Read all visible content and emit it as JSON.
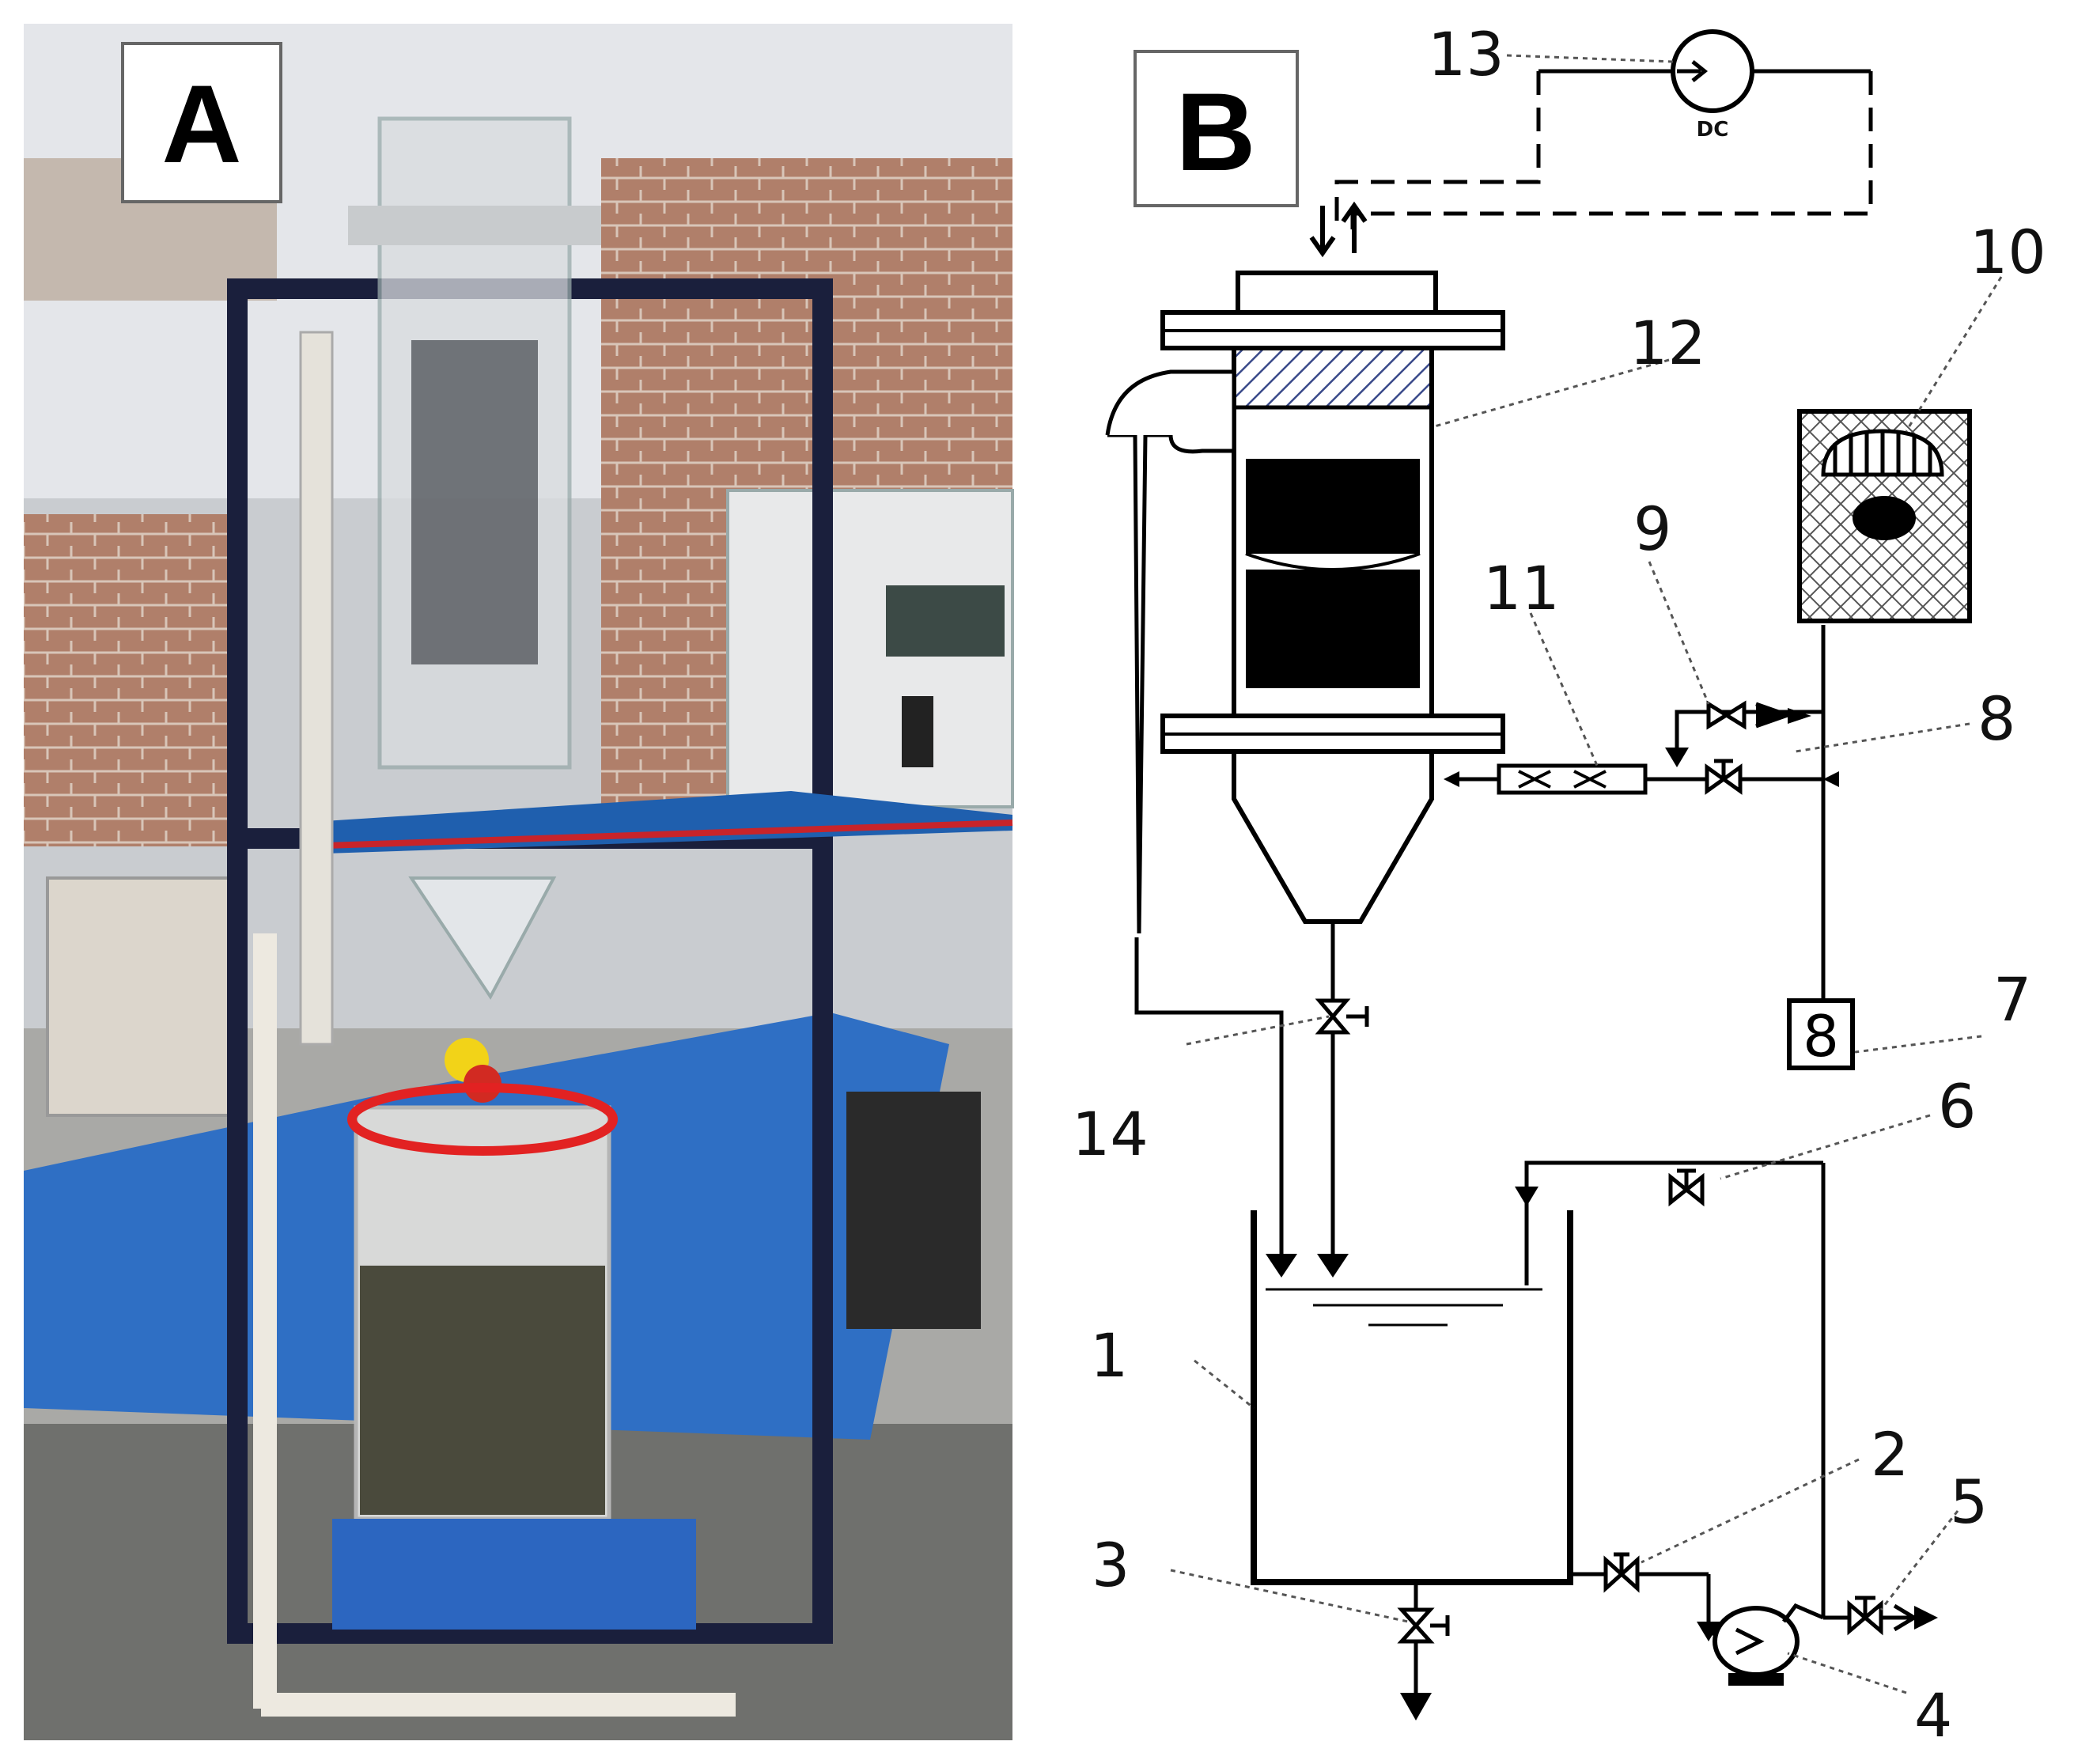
{
  "panels": [
    {
      "label": "A",
      "content": "photo of experimental setup"
    },
    {
      "label": "B",
      "content": "schematic diagram"
    }
  ],
  "schematic": {
    "power_supply_label": "DC",
    "callouts": [
      "1",
      "2",
      "3",
      "4",
      "5",
      "6",
      "7",
      "8",
      "9",
      "10",
      "11",
      "12",
      "13",
      "14"
    ],
    "flow_meter_glyph": "8"
  },
  "icons": [
    "valve-icon",
    "pump-icon",
    "flow-meter-icon",
    "power-supply-icon",
    "arrow-icon"
  ]
}
